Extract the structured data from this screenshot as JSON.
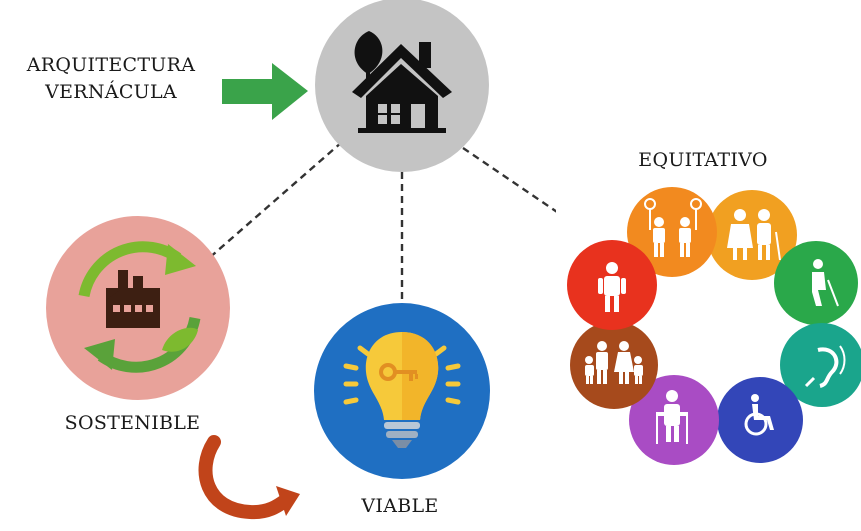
{
  "nodes": {
    "center": {
      "label_line1": "ARQUITECTURA",
      "label_line2": "VERNÁCULA",
      "icon": "house-icon",
      "color": "#c4c4c4"
    },
    "sostenible": {
      "label": "SOSTENIBLE",
      "icon": "factory-recycle-icon",
      "color": "#e8a29a"
    },
    "viable": {
      "label": "VIABLE",
      "icon": "lightbulb-key-icon",
      "color": "#1f6fc2"
    },
    "equitativo": {
      "label": "EQUITATIVO",
      "icon": "people-diversity-circle-icon"
    }
  },
  "colors": {
    "green_arrow": "#3aa34a",
    "curved_arrow": "#c1441a",
    "connector": "#333333",
    "bulb": "#f6c93a"
  },
  "equitativo_segments": [
    {
      "icon": "elderly-couple-icon",
      "color": "#f1a021"
    },
    {
      "icon": "parents-children-icon",
      "color": "#f28a1f"
    },
    {
      "icon": "walking-cane-icon",
      "color": "#2aa84a"
    },
    {
      "icon": "hearing-icon",
      "color": "#1aa58c"
    },
    {
      "icon": "wheelchair-icon",
      "color": "#3346b8"
    },
    {
      "icon": "elderly-walker-icon",
      "color": "#a94cc4"
    },
    {
      "icon": "family-icon",
      "color": "#a64a1c"
    },
    {
      "icon": "person-icon",
      "color": "#e8321e"
    }
  ]
}
